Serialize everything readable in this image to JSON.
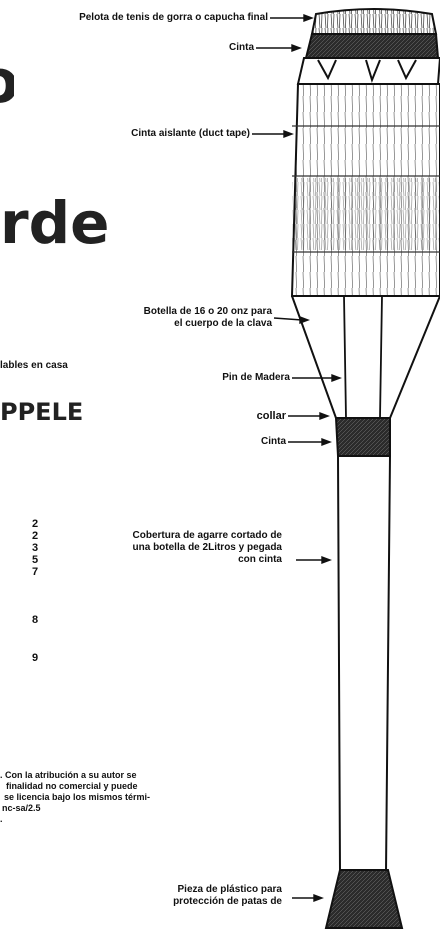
{
  "heading": {
    "fragment_o": "o",
    "fragment_rde": "rde",
    "fragment_subtitle": "lables en casa",
    "fragment_ppele": "PPELE"
  },
  "list_numbers": [
    "2",
    "2",
    "3",
    "5",
    "7",
    "8",
    "9"
  ],
  "license_lines": [
    ". Con la atribución a su autor se",
    "finalidad no comercial y puede",
    "se licencia bajo los mismos térmi-",
    "nc-sa/2.5",
    "."
  ],
  "labels": {
    "ball": "Pelota de tenis de gorra o capucha final",
    "tape_top": "Cinta",
    "duct_tape": "Cinta aislante (duct tape)",
    "bottle_line1": "Botella de 16 o 20 onz para",
    "bottle_line2": "el cuerpo de la clava",
    "dowel": "Pin de Madera",
    "collar": "collar",
    "tape_collar": "Cinta",
    "grip_line1": "Cobertura de agarre cortado de",
    "grip_line2": "una botella de 2Litros y pegada",
    "grip_line3": "con cinta",
    "foot_line1": "Pieza de plástico para",
    "foot_line2": "protección de patas de"
  }
}
